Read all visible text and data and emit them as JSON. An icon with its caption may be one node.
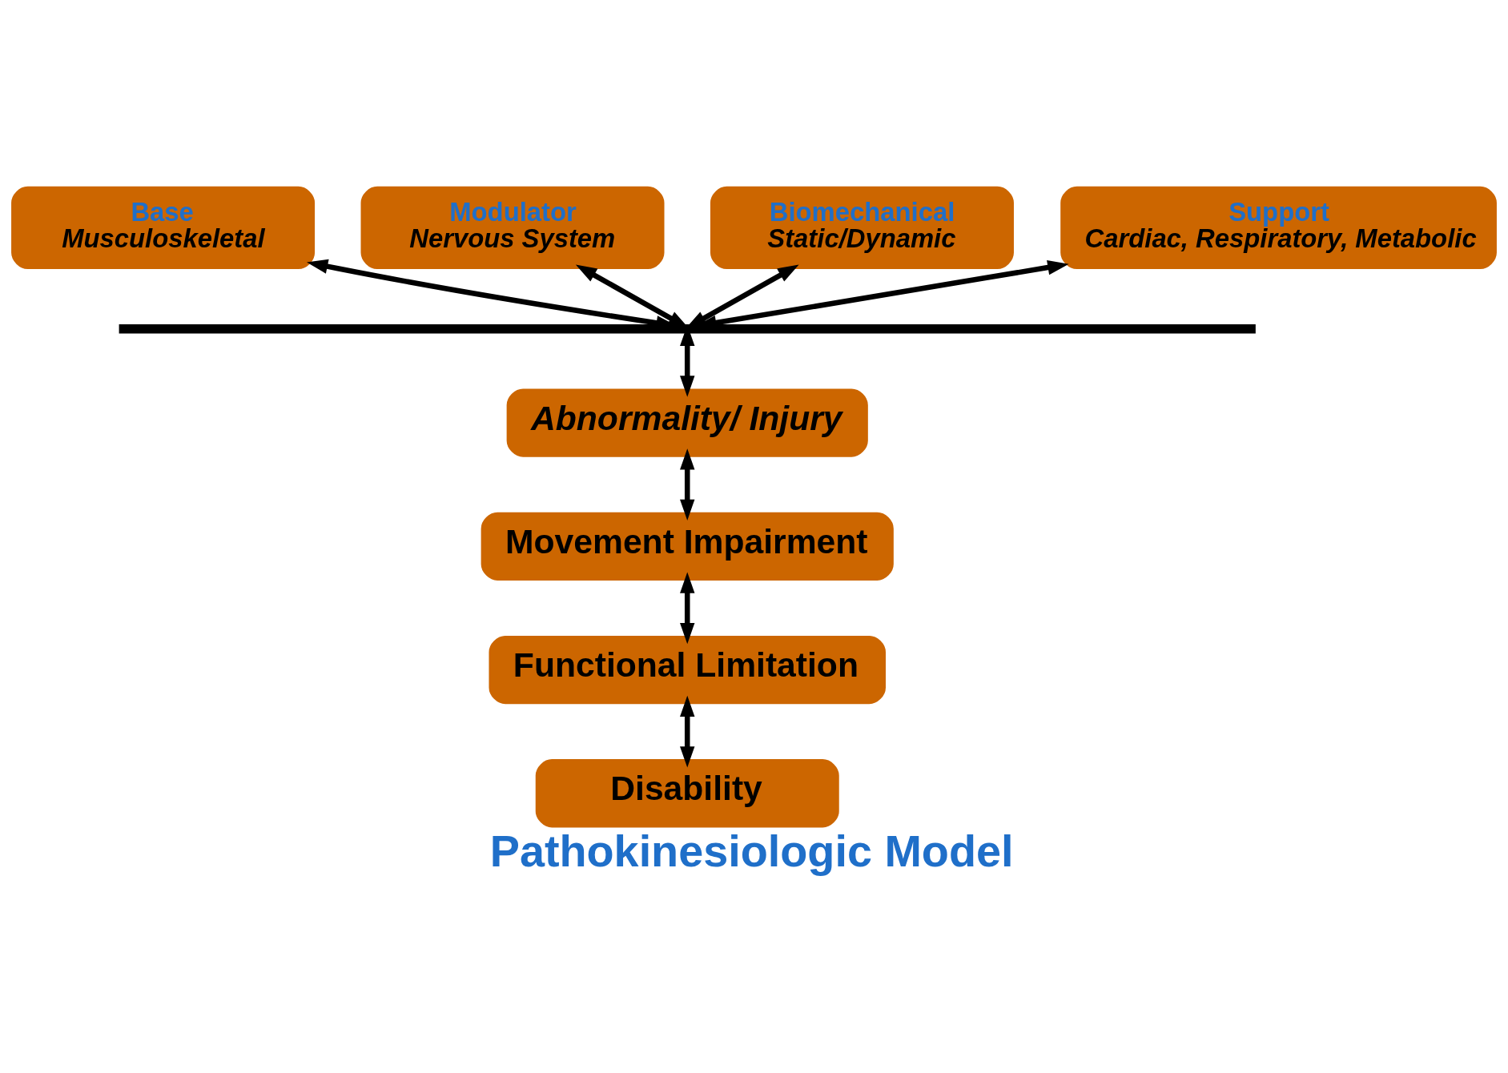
{
  "diagram": {
    "title": "Pathokinesiologic Model",
    "nodes": [
      {
        "text": [
          "Base",
          "Musculoskeletal"
        ]
      },
      {
        "text": [
          "Modulator",
          "Nervous System"
        ]
      },
      {
        "text": [
          "Biomechanical",
          "Static/Dynamic"
        ]
      },
      {
        "text": [
          "Support",
          "Cardiac, Respiratory, Metabolic"
        ]
      },
      {
        "text": [],
        "shape": "bar"
      },
      {
        "text": [
          "Abnormality/ Injury"
        ]
      },
      {
        "text": [
          "Movement Impairment"
        ]
      },
      {
        "text": [
          "Functional Limitation"
        ]
      },
      {
        "text": [
          "Disability"
        ]
      }
    ],
    "edges": [
      {
        "from": 0,
        "to": 4,
        "arrow": "both"
      },
      {
        "from": 1,
        "to": 4,
        "arrow": "both"
      },
      {
        "from": 2,
        "to": 4,
        "arrow": "both"
      },
      {
        "from": 3,
        "to": 4,
        "arrow": "both"
      },
      {
        "from": 4,
        "to": 5,
        "arrow": "both"
      },
      {
        "from": 5,
        "to": 6,
        "arrow": "both"
      },
      {
        "from": 6,
        "to": 7,
        "arrow": "both"
      },
      {
        "from": 7,
        "to": 8,
        "arrow": "both"
      }
    ]
  }
}
